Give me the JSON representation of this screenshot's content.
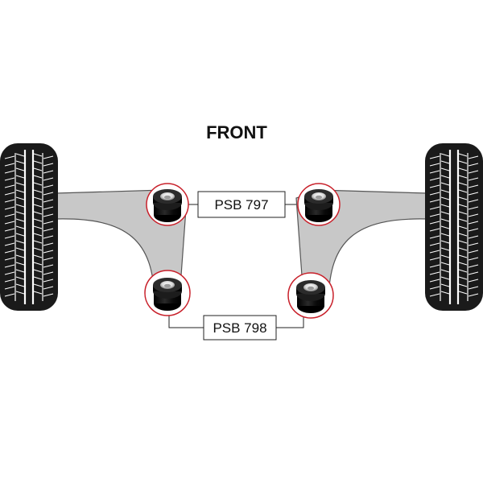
{
  "diagram": {
    "heading": "FRONT",
    "labels": {
      "upper": "PSB 797",
      "lower": "PSB 798"
    },
    "colors": {
      "background": "#ffffff",
      "arm_fill": "#c8c8c8",
      "arm_stroke": "#555555",
      "tyre": "#1a1a1a",
      "tread": "#ffffff",
      "highlight_ring": "#c8202a",
      "bush_body": "#111111",
      "bush_sleeve": "#d8d8d8",
      "connector": "#222222"
    },
    "icons": {
      "wheels": "tyre-tread-icon",
      "bushes": "polyurethane-bush-icon"
    }
  }
}
